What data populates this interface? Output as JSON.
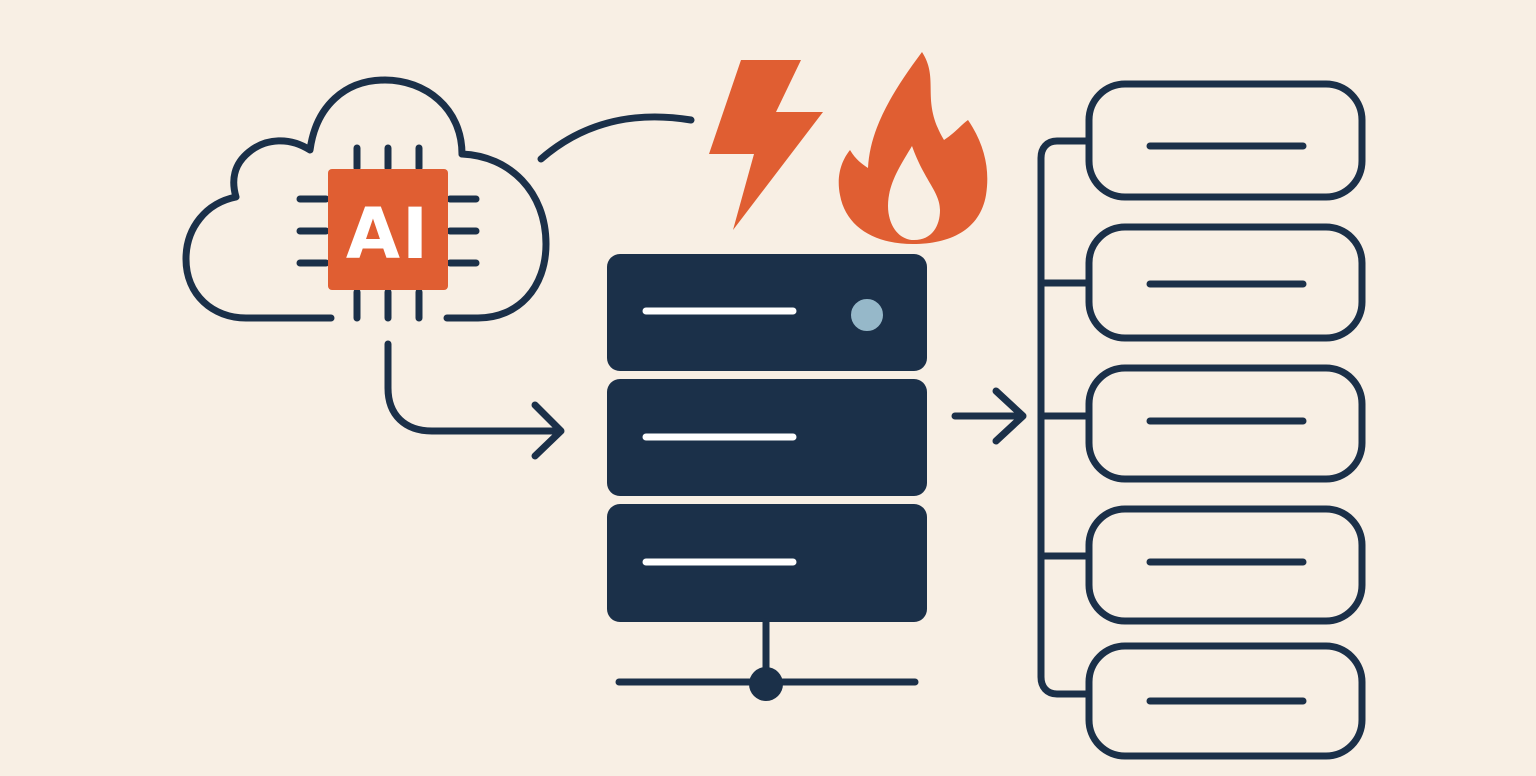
{
  "chip": {
    "label": "AI"
  },
  "colors": {
    "background": "#f8efe4",
    "navy": "#1b3049",
    "orange": "#e05e32",
    "indicator": "#96b8c9",
    "highlight": "#ffffff"
  },
  "icons": {
    "cloud": "cloud-icon",
    "chip": "ai-chip-icon",
    "bolt": "lightning-bolt-icon",
    "fire": "flame-icon",
    "server": "server-stack-icon",
    "network": "network-node-icon"
  },
  "server": {
    "units": 3,
    "status_light_on_unit": 1
  },
  "nodes": {
    "count": 5
  }
}
